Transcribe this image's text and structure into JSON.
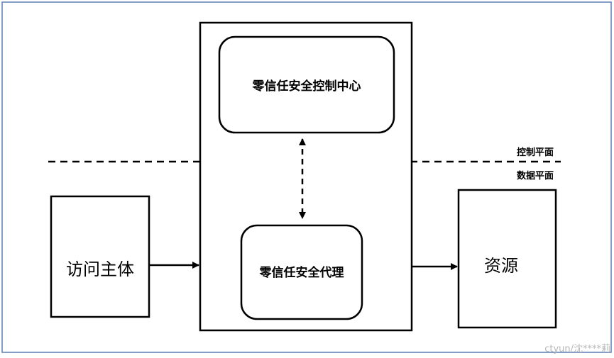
{
  "diagram": {
    "control_center_label": "零信任安全控制中心",
    "proxy_label": "零信任安全代理",
    "subject_label": "访问主体",
    "resource_label": "资源",
    "control_plane_label": "控制平面",
    "data_plane_label": "数据平面"
  },
  "watermark": {
    "text": "ctyun/沈****莉"
  },
  "colors": {
    "frame_border": "#5b7fb6",
    "stroke": "#000000",
    "watermark": "#b8b8b8"
  }
}
